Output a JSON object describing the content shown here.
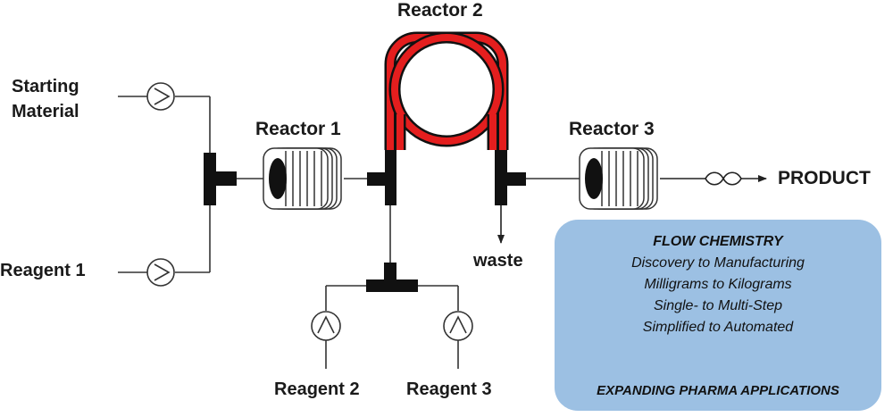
{
  "labels": {
    "starting_material_line1": "Starting",
    "starting_material_line2": "Material",
    "reagent1": "Reagent 1",
    "reagent2": "Reagent 2",
    "reagent3": "Reagent 3",
    "reactor1": "Reactor 1",
    "reactor2": "Reactor 2",
    "reactor3": "Reactor 3",
    "waste": "waste",
    "product": "PRODUCT"
  },
  "info_box": {
    "title": "FLOW CHEMISTRY",
    "lines": [
      "Discovery to Manufacturing",
      "Milligrams to Kilograms",
      "Single- to Multi-Step",
      "Simplified to Automated"
    ],
    "footer": "EXPANDING PHARMA APPLICATIONS"
  },
  "colors": {
    "line": "#333333",
    "reactor2_tube": "#e41e1e",
    "info_box_fill": "#9cc0e3"
  }
}
